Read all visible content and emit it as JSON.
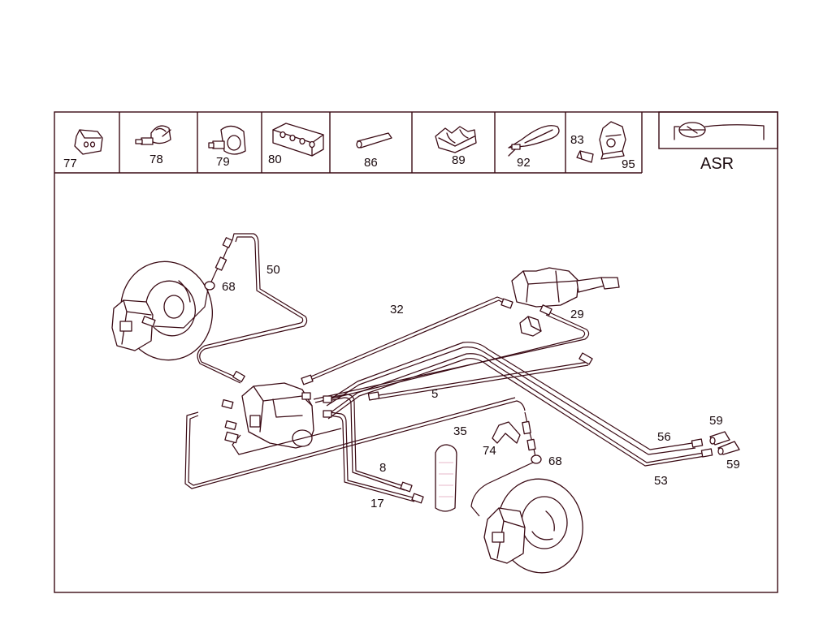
{
  "toolbar_parts": [
    {
      "label": "77",
      "icon": "rubber-grommet-icon"
    },
    {
      "label": "78",
      "icon": "pipe-clip-icon"
    },
    {
      "label": "79",
      "icon": "pipe-clip-large-icon"
    },
    {
      "label": "80",
      "icon": "multi-pipe-holder-icon"
    },
    {
      "label": "86",
      "icon": "sleeve-icon"
    },
    {
      "label": "89",
      "icon": "double-clip-icon"
    },
    {
      "label": "92",
      "icon": "cable-tie-icon"
    },
    {
      "label": "83",
      "icon": "spacer-icon"
    },
    {
      "label": "95",
      "icon": "bracket-clip-icon"
    }
  ],
  "variant": {
    "label": "ASR",
    "icon": "steering-wheel-icon"
  },
  "callouts": {
    "c50": "50",
    "c68a": "68",
    "c32": "32",
    "c29": "29",
    "c5": "5",
    "c35": "35",
    "c74": "74",
    "c68b": "68",
    "c8": "8",
    "c17": "17",
    "c56": "56",
    "c53": "53",
    "c59a": "59",
    "c59b": "59"
  },
  "colors": {
    "line": "#3a0a14",
    "background": "#ffffff"
  }
}
